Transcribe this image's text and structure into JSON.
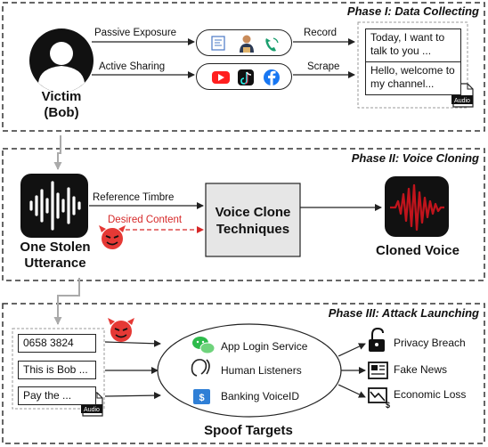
{
  "phase1": {
    "title": "Phase I: Data Collecting",
    "victim": "Victim\n(Bob)",
    "passive_label": "Passive Exposure",
    "active_label": "Active Sharing",
    "record_label": "Record",
    "scrape_label": "Scrape",
    "snippet1": "Today, I want to talk to you ...",
    "snippet2": "Hello, welcome to my channel...",
    "audio_tag": "Audio"
  },
  "phase2": {
    "title": "Phase II: Voice Cloning",
    "utterance_label": "One Stolen\nUtterance",
    "reference_label": "Reference Timbre",
    "desired_label": "Desired Content",
    "technique_label": "Voice Clone\nTechniques",
    "cloned_label": "Cloned Voice"
  },
  "phase3": {
    "title": "Phase III: Attack Launching",
    "inputs": [
      "0658 3824",
      "This is Bob ...",
      "Pay the ..."
    ],
    "audio_tag": "Audio",
    "services": [
      "App Login Service",
      "Human Listeners",
      "Banking VoiceID"
    ],
    "outcomes": [
      "Privacy Breach",
      "Fake News",
      "Economic Loss"
    ],
    "spoof_label": "Spoof Targets"
  },
  "colors": {
    "dashed_border": "#333333",
    "technique_fill": "#e6e6e6",
    "desired_red": "#d62828",
    "devil_red": "#e53935",
    "wave_red": "#c0141c",
    "arrow_gray": "#aaaaaa"
  },
  "icons": [
    "victim-silhouette-icon",
    "dial-icon",
    "person-icon",
    "phone-call-icon",
    "youtube-icon",
    "tiktok-icon",
    "facebook-icon",
    "audio-file-icon",
    "waveform-icon",
    "devil-icon",
    "red-waveform-icon",
    "wechat-icon",
    "ear-icon",
    "bank-icon",
    "lock-icon",
    "news-icon",
    "money-loss-icon"
  ]
}
